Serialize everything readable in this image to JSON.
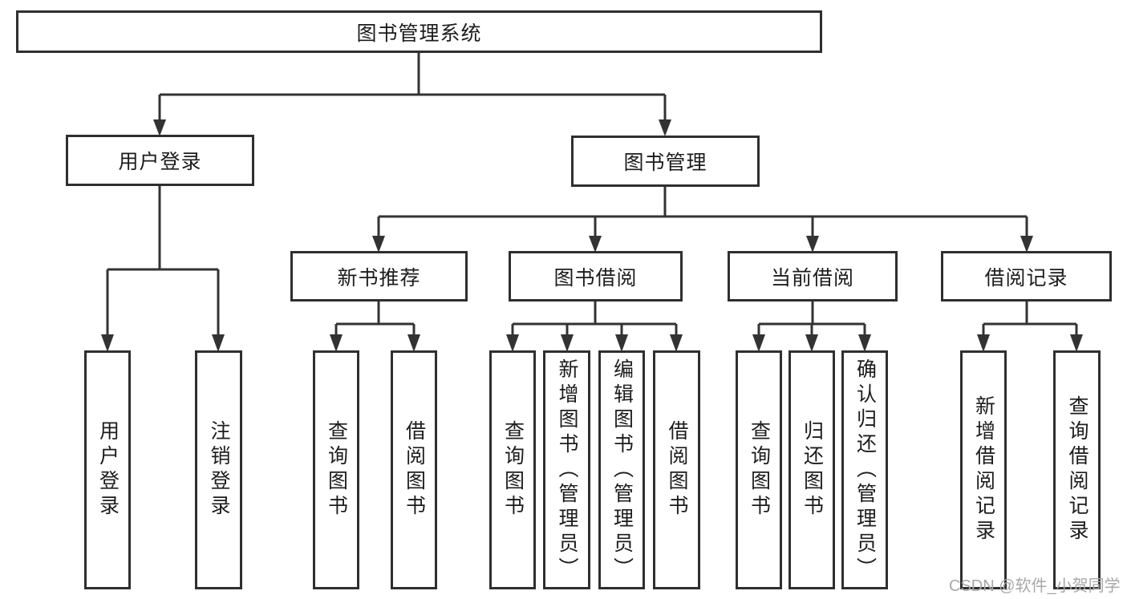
{
  "diagram": {
    "root": {
      "label": "图书管理系统"
    },
    "level2": [
      {
        "label": "用户登录"
      },
      {
        "label": "图书管理"
      }
    ],
    "level3": [
      {
        "label": "新书推荐"
      },
      {
        "label": "图书借阅"
      },
      {
        "label": "当前借阅"
      },
      {
        "label": "借阅记录"
      }
    ],
    "leaves": {
      "user_login": [
        {
          "label": "用户登录"
        },
        {
          "label": "注销登录"
        }
      ],
      "new_book": [
        {
          "label": "查询图书"
        },
        {
          "label": "借阅图书"
        }
      ],
      "book_borrow": [
        {
          "label": "查询图书"
        },
        {
          "label": "新增图书（管理员）"
        },
        {
          "label": "编辑图书（管理员）"
        },
        {
          "label": "借阅图书"
        }
      ],
      "current_borrow": [
        {
          "label": "查询图书"
        },
        {
          "label": "归还图书"
        },
        {
          "label": "确认归还（管理员）"
        }
      ],
      "borrow_records": [
        {
          "label": "新增借阅记录"
        },
        {
          "label": "查询借阅记录"
        }
      ]
    }
  },
  "watermark": {
    "text": "CSDN @软件_小贺同学"
  },
  "colors": {
    "line": "#333333",
    "box_border": "#2f2f2f",
    "text": "#1c1c1c",
    "background": "#ffffff",
    "watermark": "#a8a8a8"
  }
}
